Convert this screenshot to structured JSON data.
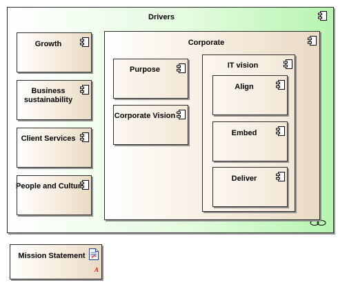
{
  "diagram": {
    "drivers": {
      "title": "Drivers"
    },
    "corporate": {
      "title": "Corporate"
    },
    "it_vision": {
      "title": "IT vision"
    },
    "components": {
      "growth": "Growth",
      "business_sustainability_line1": "Business",
      "business_sustainability_line2": "sustainability",
      "client_services": "Client Services",
      "people_and_culture": "People and Culture",
      "purpose": "Purpose",
      "corporate_vision": "Corporate Vision",
      "align": "Align",
      "embed": "Embed",
      "deliver": "Deliver"
    },
    "mission_statement": {
      "title": "Mission Statement"
    },
    "icons": {
      "component": "component-icon",
      "document": "document-icon",
      "link": "link-icon"
    }
  }
}
